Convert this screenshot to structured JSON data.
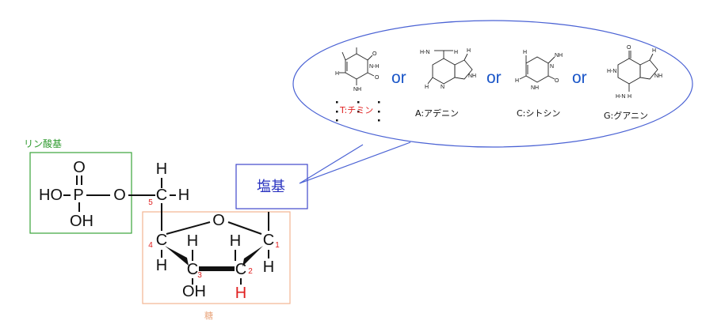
{
  "groups": {
    "phosphate_label": "リン酸基",
    "sugar_label": "糖",
    "base_label": "塩基"
  },
  "bases": [
    {
      "name": "T:チミン"
    },
    {
      "name": "A:アデニン"
    },
    {
      "name": "C:シトシン"
    },
    {
      "name": "G:グアニン"
    }
  ],
  "connector": "or",
  "atoms": {
    "HO": "HO",
    "P": "P",
    "O": "O",
    "OH": "OH",
    "C": "C",
    "H": "H"
  },
  "carbon_numbers": [
    "1",
    "2",
    "3",
    "4",
    "5"
  ],
  "colors": {
    "phosphate_box": "#3aa43a",
    "sugar_box": "#f2b591",
    "base_box": "#3f48cc",
    "bubble": "#3f5fd0",
    "or_text": "#1a56c8",
    "numbers": "#e02020"
  }
}
